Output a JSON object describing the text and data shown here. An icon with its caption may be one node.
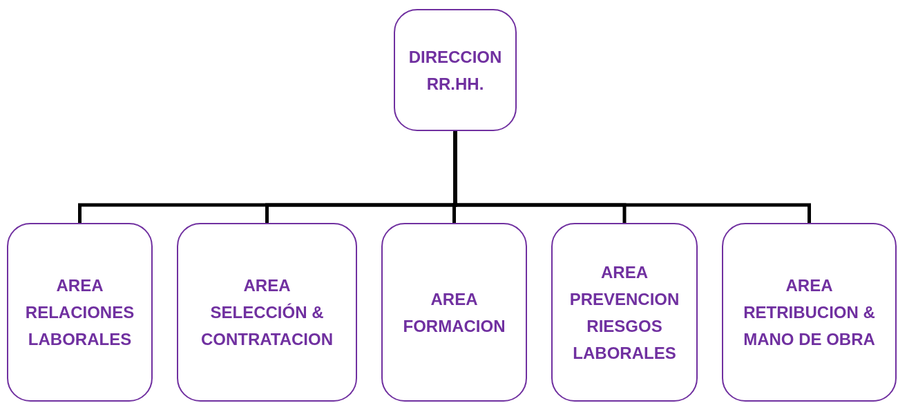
{
  "diagram": {
    "nodes": [
      {
        "text": [
          "DIRECCION RR.HH."
        ]
      },
      {
        "text": [
          "AREA RELACIONES LABORALES"
        ]
      },
      {
        "text": [
          "AREA SELECCIÓN & CONTRATACION"
        ]
      },
      {
        "text": [
          "AREA FORMACION"
        ]
      },
      {
        "text": [
          "AREA PREVENCION RIESGOS LABORALES"
        ]
      },
      {
        "text": [
          "AREA RETRIBUCION & MANO DE OBRA"
        ]
      }
    ],
    "edges": [
      {
        "from": 0,
        "to": 1,
        "arrow": "none"
      },
      {
        "from": 0,
        "to": 2,
        "arrow": "none"
      },
      {
        "from": 0,
        "to": 3,
        "arrow": "none"
      },
      {
        "from": 0,
        "to": 4,
        "arrow": "none"
      },
      {
        "from": 0,
        "to": 5,
        "arrow": "none"
      }
    ]
  }
}
